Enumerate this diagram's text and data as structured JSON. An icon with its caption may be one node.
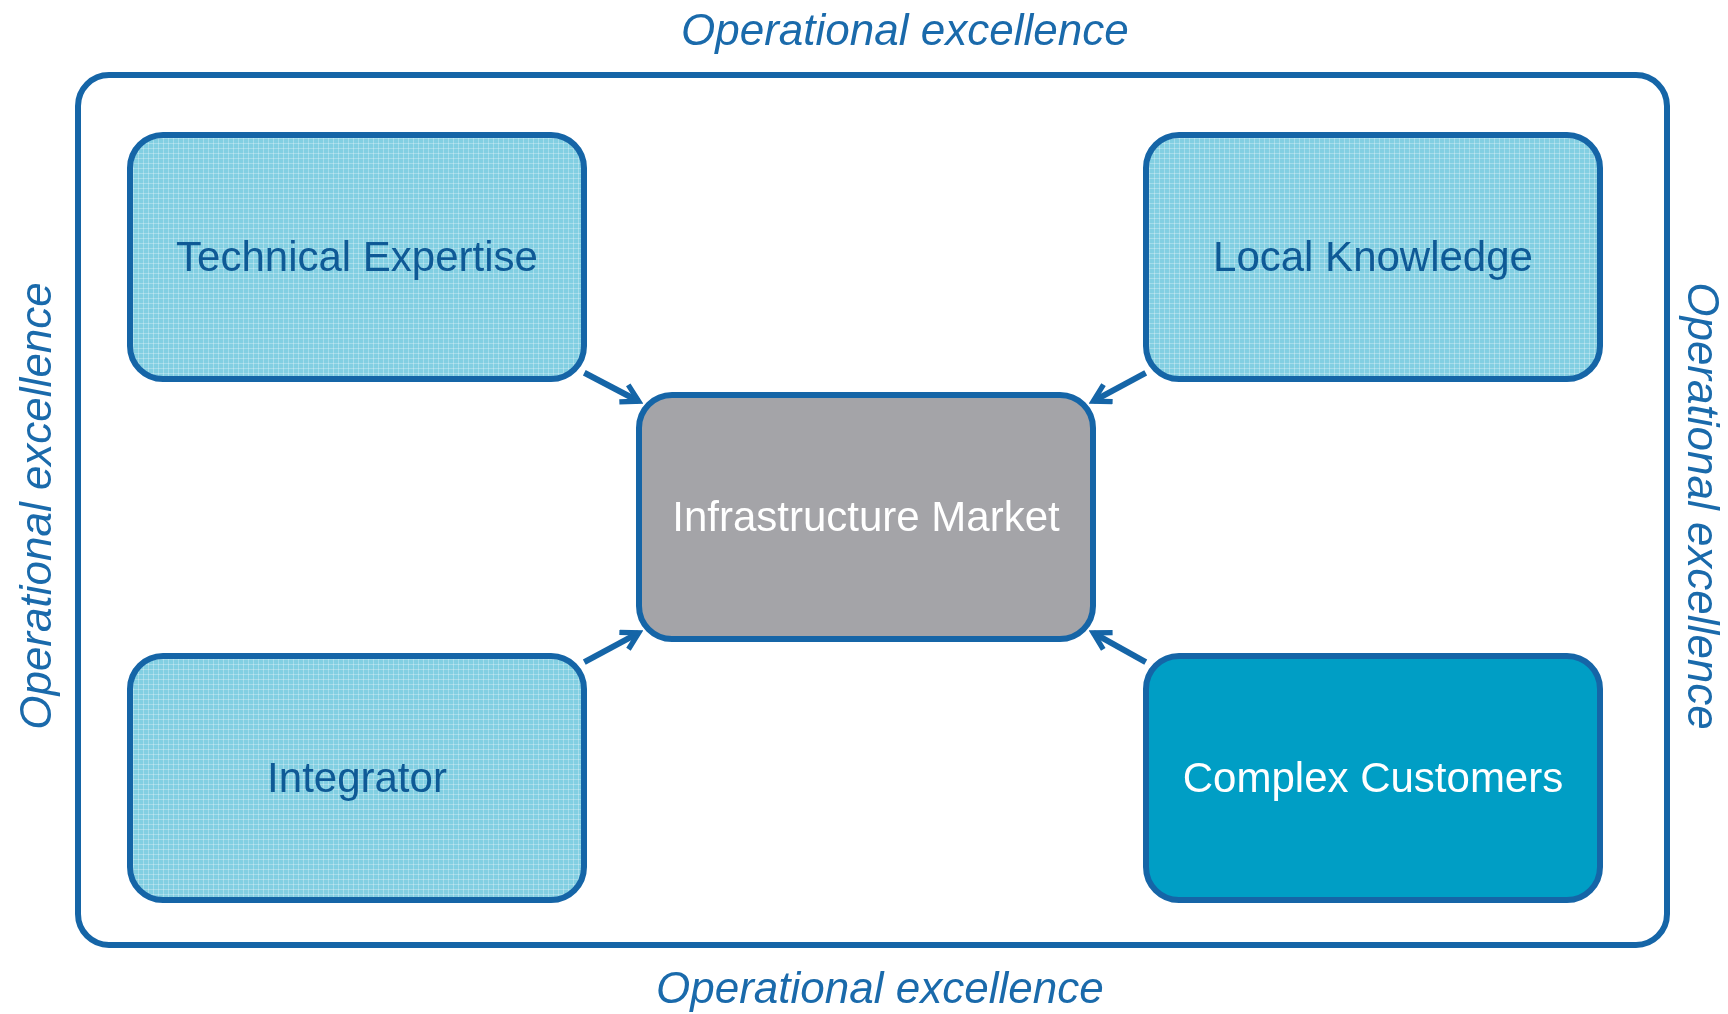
{
  "diagram": {
    "nodes": [
      {
        "text": [
          "Operational excellence",
          "Operational excellence",
          "Operational excellence",
          "Operational excellence"
        ]
      },
      {
        "text": [
          "Technical Expertise"
        ],
        "in": 0
      },
      {
        "text": [
          "Local Knowledge"
        ],
        "in": 0
      },
      {
        "text": [
          "Infrastructure Market"
        ],
        "in": 0
      },
      {
        "text": [
          "Integrator"
        ],
        "in": 0
      },
      {
        "text": [
          "Complex Customers"
        ],
        "in": 0
      }
    ],
    "edges": [
      {
        "from": 1,
        "to": 3,
        "arrow": "to"
      },
      {
        "from": 2,
        "to": 3,
        "arrow": "to"
      },
      {
        "from": 4,
        "to": 3,
        "arrow": "to"
      },
      {
        "from": 5,
        "to": 3,
        "arrow": "to"
      }
    ]
  }
}
